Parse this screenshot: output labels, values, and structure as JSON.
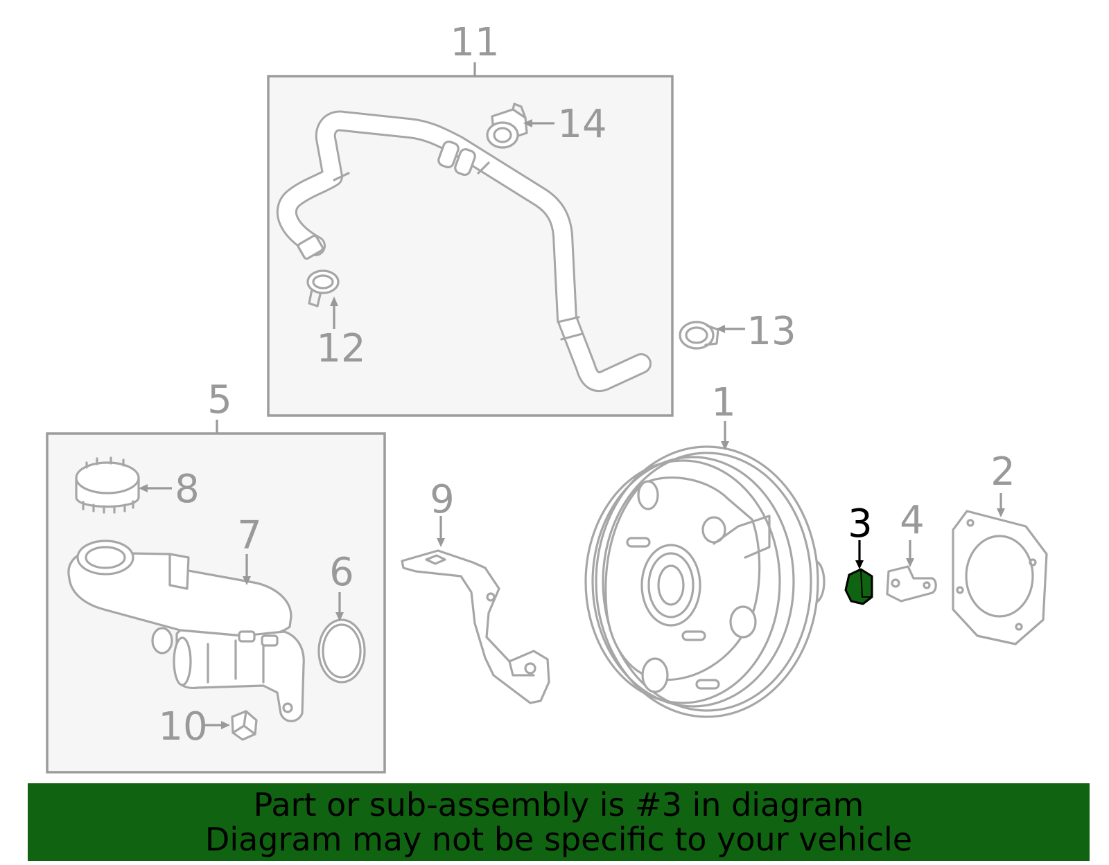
{
  "callouts": {
    "c1": "1",
    "c2": "2",
    "c3": "3",
    "c4": "4",
    "c5": "5",
    "c6": "6",
    "c7": "7",
    "c8": "8",
    "c9": "9",
    "c10": "10",
    "c11": "11",
    "c12": "12",
    "c13": "13",
    "c14": "14"
  },
  "highlight": {
    "callout": "3",
    "color": "#106310"
  },
  "banner": {
    "line1": "Part or sub-assembly is #3 in diagram",
    "line2": "Diagram may not be specific to your vehicle"
  }
}
